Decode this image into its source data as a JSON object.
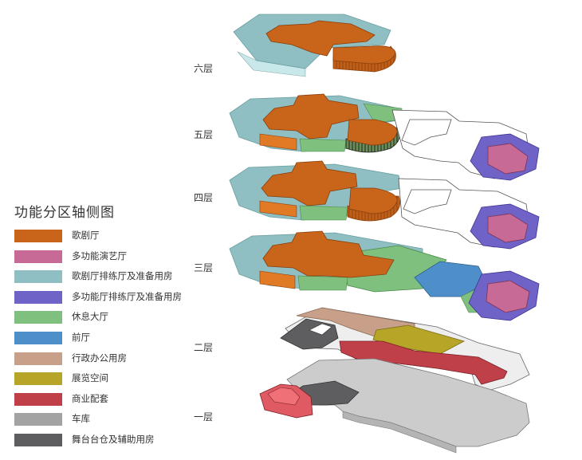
{
  "title": "功能分区轴侧图",
  "floors": [
    {
      "key": "f6",
      "label": "六层"
    },
    {
      "key": "f5",
      "label": "五层"
    },
    {
      "key": "f4",
      "label": "四层"
    },
    {
      "key": "f3",
      "label": "三层"
    },
    {
      "key": "f2",
      "label": "二层"
    },
    {
      "key": "f1",
      "label": "一层"
    }
  ],
  "legend": [
    {
      "label": "歌剧厅",
      "color": "#c8651b"
    },
    {
      "label": "多功能演艺厅",
      "color": "#c86a96"
    },
    {
      "label": "歌剧厅排练厅及准备用房",
      "color": "#8fbfc2"
    },
    {
      "label": "多功能厅排练厅及准备用房",
      "color": "#6f63c8"
    },
    {
      "label": "休息大厅",
      "color": "#80c07e"
    },
    {
      "label": "前厅",
      "color": "#4f8fc9"
    },
    {
      "label": "行政办公用房",
      "color": "#c8a08a"
    },
    {
      "label": "展览空间",
      "color": "#b6a526"
    },
    {
      "label": "商业配套",
      "color": "#c0404a"
    },
    {
      "label": "车库",
      "color": "#a3a3a3"
    },
    {
      "label": "舞台台仓及辅助用房",
      "color": "#5e5e60"
    }
  ]
}
